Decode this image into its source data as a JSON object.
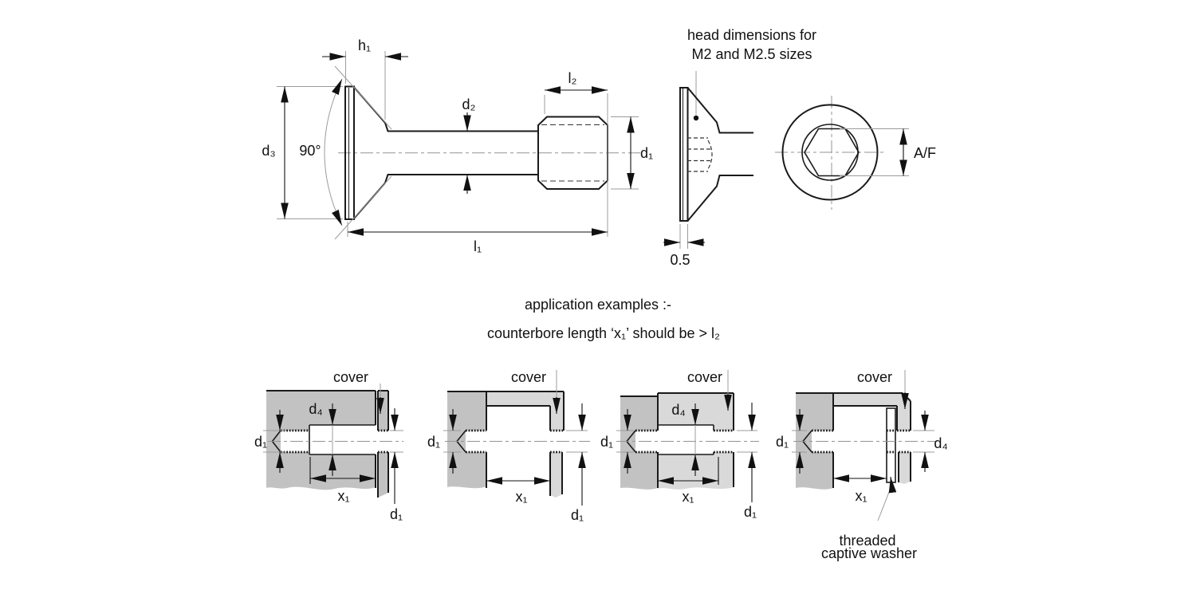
{
  "colors": {
    "background": "#ffffff",
    "line": "#1a1a1a",
    "part_gray": "#c2c2c2",
    "cover_gray": "#d9d9d9",
    "dim_line": "#111111",
    "ext_line": "#9c9c9c"
  },
  "screw_view": {
    "h1": "h₁",
    "d3": "d₃",
    "angle": "90°",
    "d2": "d₂",
    "l2": "l₂",
    "d1": "d₁",
    "l1": "l₁"
  },
  "head_detail": {
    "title_line1": "head dimensions for",
    "title_line2": "M2 and M2.5 sizes",
    "thickness": "0.5"
  },
  "front_view": {
    "af": "A/F"
  },
  "note": {
    "line1": "application examples :-",
    "line2": "counterbore length ‘x₁’ should be  > l₂"
  },
  "examples": [
    {
      "cover": "cover",
      "d4": "d₄",
      "d1_left": "d₁",
      "d1_right": "d₁",
      "x1": "x₁"
    },
    {
      "cover": "cover",
      "d1_left": "d₁",
      "d1_right": "d₁",
      "x1": "x₁"
    },
    {
      "cover": "cover",
      "d4": "d₄",
      "d1_left": "d₁",
      "d1_right": "d₁",
      "x1": "x₁"
    },
    {
      "cover": "cover",
      "d1_left": "d₁",
      "d4_right": "d₄",
      "x1": "x₁",
      "washer_note_line1": "threaded",
      "washer_note_line2": "captive washer"
    }
  ]
}
